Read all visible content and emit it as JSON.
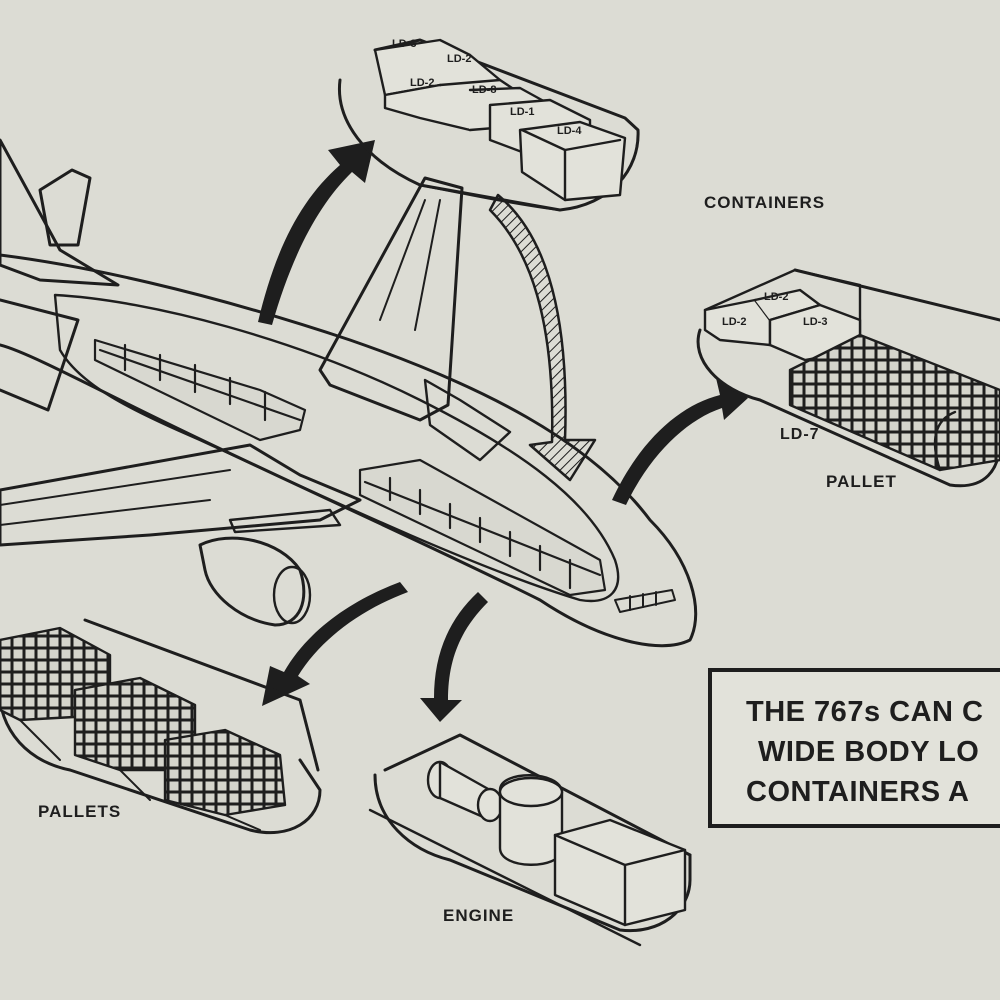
{
  "labels": {
    "containers": "CONTAINERS",
    "pallet": "PALLET",
    "ld7": "LD-7",
    "pallets": "PALLETS",
    "engine": "ENGINE"
  },
  "top_containers": [
    "LD-3",
    "LD-2",
    "LD-2",
    "LD-8",
    "LD-1",
    "LD-4"
  ],
  "right_containers": [
    "LD-2",
    "LD-2",
    "LD-3"
  ],
  "caption": {
    "line1": "THE 767s CAN C",
    "line2": "WIDE BODY LO",
    "line3": "CONTAINERS A"
  },
  "colors": {
    "ink": "#1e1e1e",
    "paper": "#dcdcd4"
  }
}
